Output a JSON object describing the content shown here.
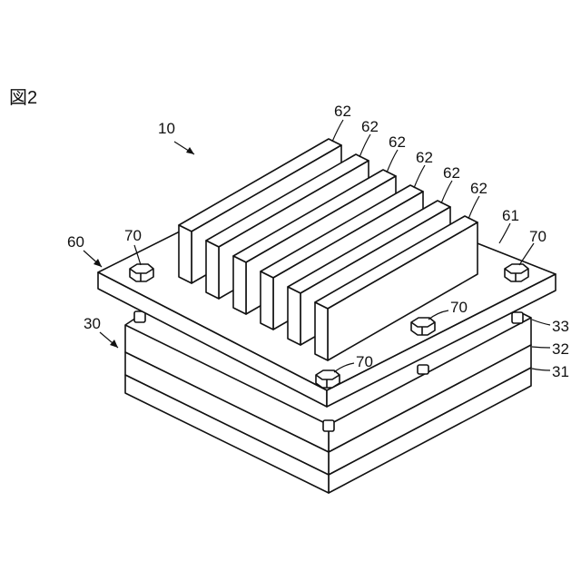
{
  "figure_label": "図2",
  "labels": {
    "assembly": "10",
    "top_plate_assembly": "60",
    "base_assembly": "30",
    "plate": "61",
    "fin": "62",
    "bolt": "70",
    "layer_top": "33",
    "layer_mid": "32",
    "layer_bottom": "31"
  }
}
